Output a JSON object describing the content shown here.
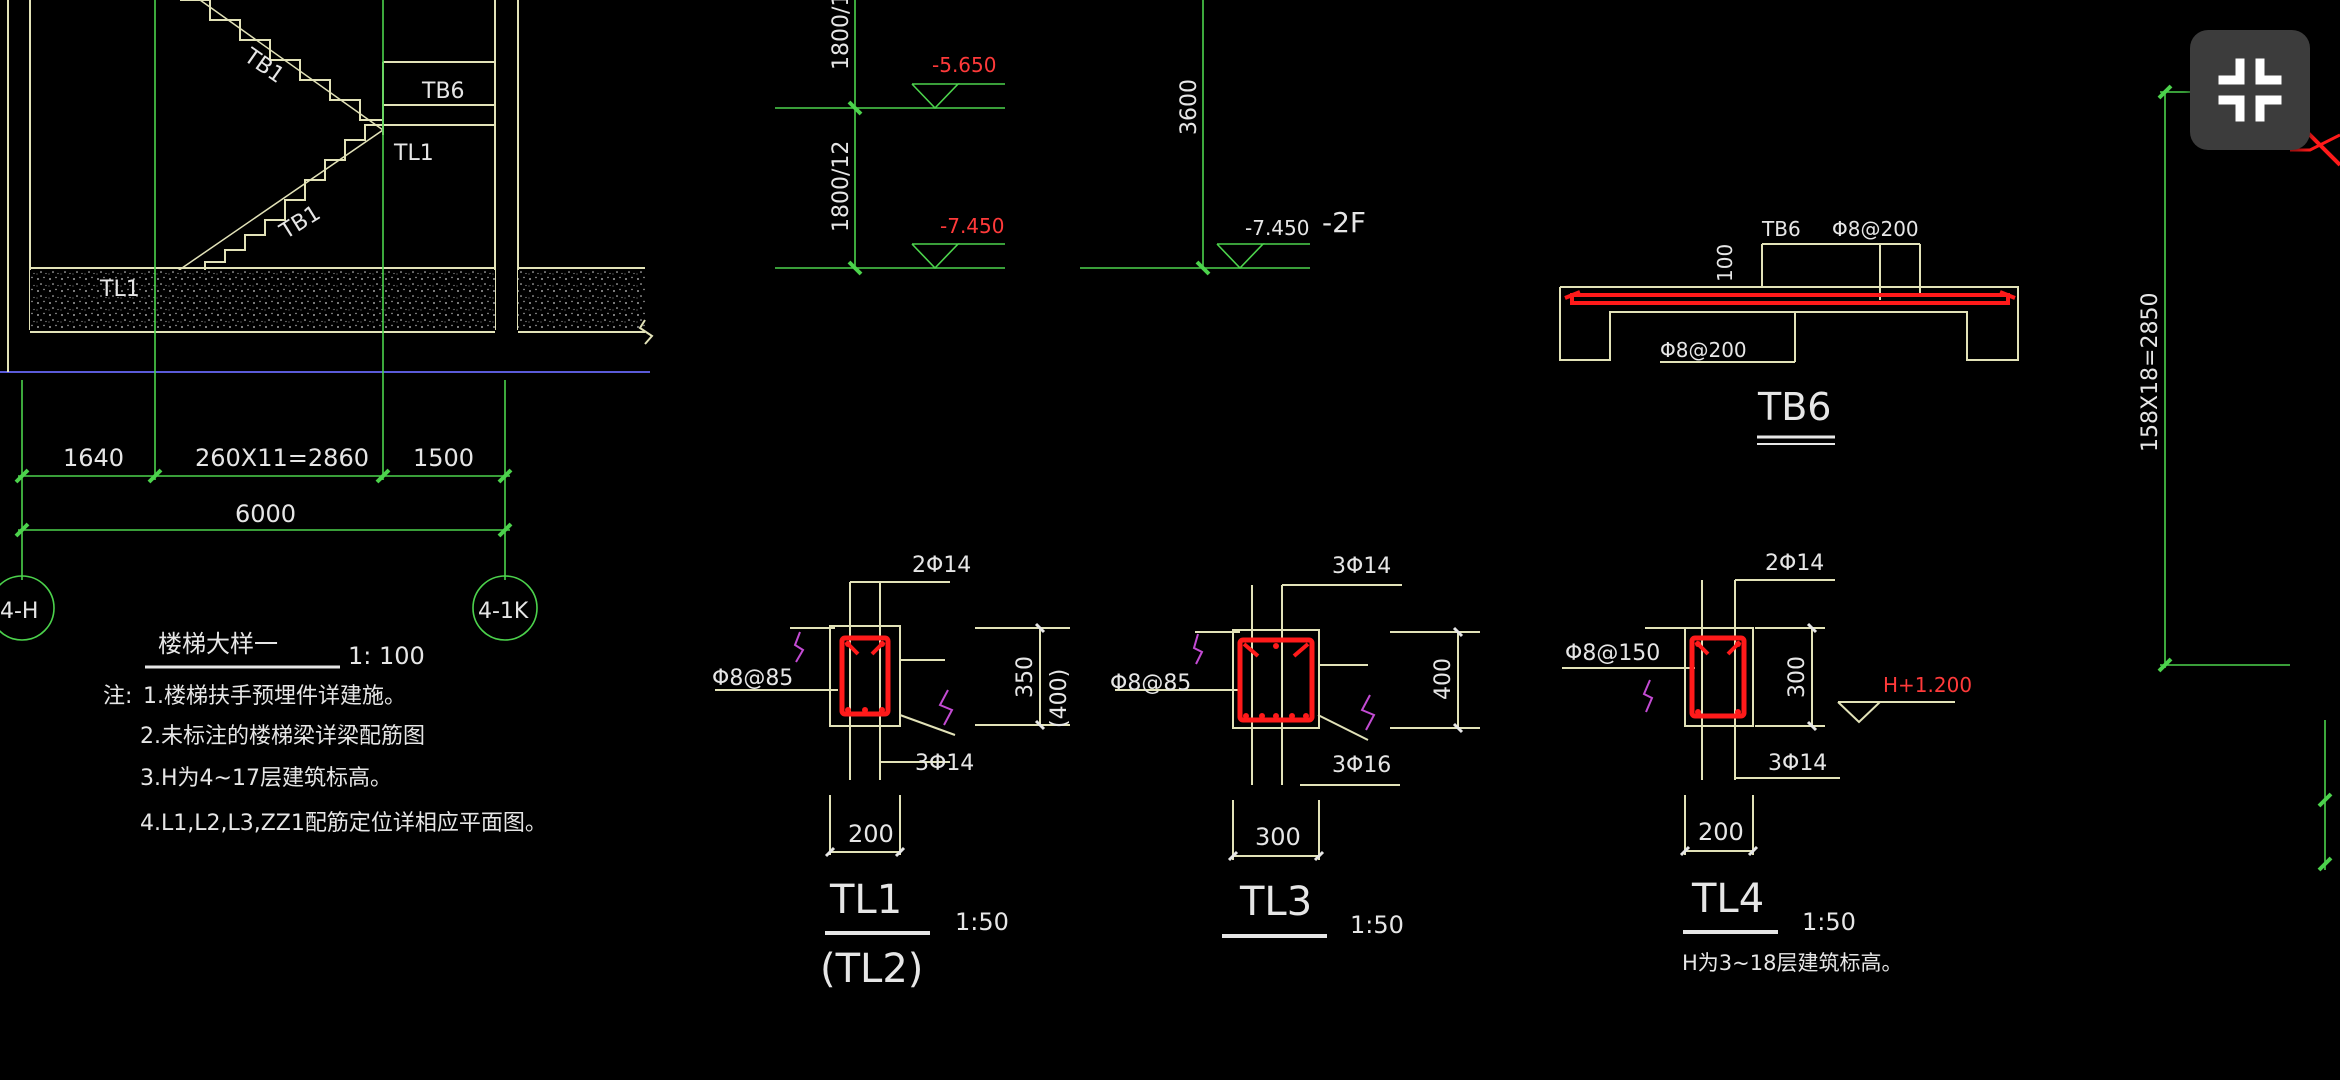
{
  "colors": {
    "background": "#000000",
    "text": "#e6e6e6",
    "dim": "#4cd24c",
    "rebar": "#ff1a1a",
    "magenta": "#c34bd3",
    "outline": "#e2e2b8",
    "blue": "#5a5ad8",
    "red_text": "#ff3a3a"
  },
  "stair": {
    "tb1_top": "TB1",
    "tb1_bottom": "TB1",
    "tb6": "TB6",
    "tl1_mid": "TL1",
    "tl1_base": "TL1",
    "dim_1640": "1640",
    "dim_2860": "260X11=2860",
    "dim_1500": "1500",
    "dim_6000": "6000",
    "axis_left": "4-H",
    "axis_right": "4-1K",
    "title": "楼梯大样一",
    "scale": "1: 100"
  },
  "notes": {
    "lead": "注:",
    "items": [
      "1.楼梯扶手预埋件详建施。",
      "2.未标注的楼梯梁详梁配筋图",
      "3.H为4~17层建筑标高。",
      "4.L1,L2,L3,ZZ1配筋定位详相应平面图。"
    ]
  },
  "section": {
    "dim_1800_top": "1800/1",
    "dim_1800_12": "1800/12",
    "dim_3600": "3600",
    "elev_5650": "-5.650",
    "elev_7450_left": "-7.450",
    "elev_7450_right": "-7.450",
    "floor": "-2F"
  },
  "tb6_detail": {
    "label_tb6": "TB6",
    "bar_top": "Φ8@200",
    "bar_bottom": "Φ8@200",
    "dim_100": "100",
    "title": "TB6"
  },
  "beams": [
    {
      "top": "2Φ14",
      "stirrup": "Φ8@85",
      "bottom": "3Φ14",
      "height": "350",
      "height_alt": "(400)",
      "width": "200",
      "title": "TL1",
      "alt_title": "(TL2)",
      "scale": "1:50"
    },
    {
      "top": "3Φ14",
      "stirrup": "Φ8@85",
      "bottom": "3Φ16",
      "height": "400",
      "width": "300",
      "title": "TL3",
      "scale": "1:50"
    },
    {
      "top": "2Φ14",
      "stirrup": "Φ8@150",
      "bottom": "3Φ14",
      "height": "300",
      "width": "200",
      "title": "TL4",
      "scale": "1:50",
      "elev": "H+1.200",
      "note": "H为3~18层建筑标高。"
    }
  ],
  "right_dim": "158X18=2850",
  "controls": {
    "exit_fullscreen": "exit-fullscreen-icon"
  }
}
